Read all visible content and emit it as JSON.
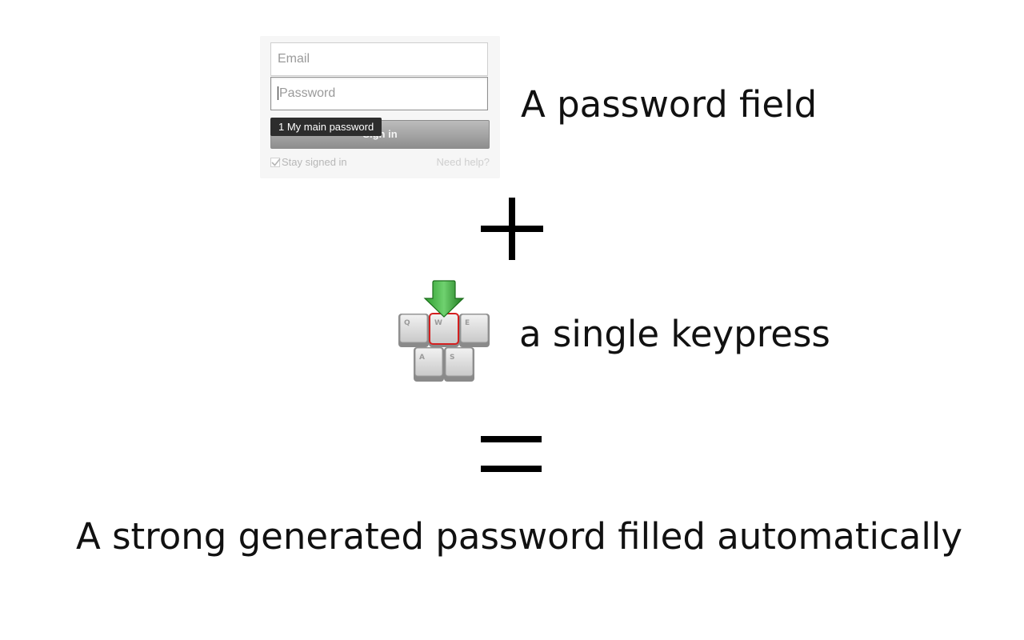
{
  "login_form": {
    "email_placeholder": "Email",
    "password_placeholder": "Password",
    "signin_label": "Sign in",
    "tooltip_text": "1 My main password",
    "stay_signed_in_label": "Stay signed in",
    "need_help_label": "Need help?"
  },
  "captions": {
    "password_field": "A password field",
    "keypress": "a single keypress",
    "result": "A strong generated password filled automatically"
  },
  "keyboard": {
    "keys": [
      "Q",
      "W",
      "E",
      "A",
      "S"
    ],
    "highlighted_key": "W"
  },
  "icons": {
    "plus": "plus-icon",
    "equals": "equals-icon",
    "keyboard": "keyboard-keys-icon",
    "arrow": "down-arrow-icon",
    "check": "checkmark-icon"
  },
  "colors": {
    "arrow_green": "#2f9e2f",
    "key_highlight": "#d42020",
    "tooltip_bg": "#2d2d2d"
  }
}
